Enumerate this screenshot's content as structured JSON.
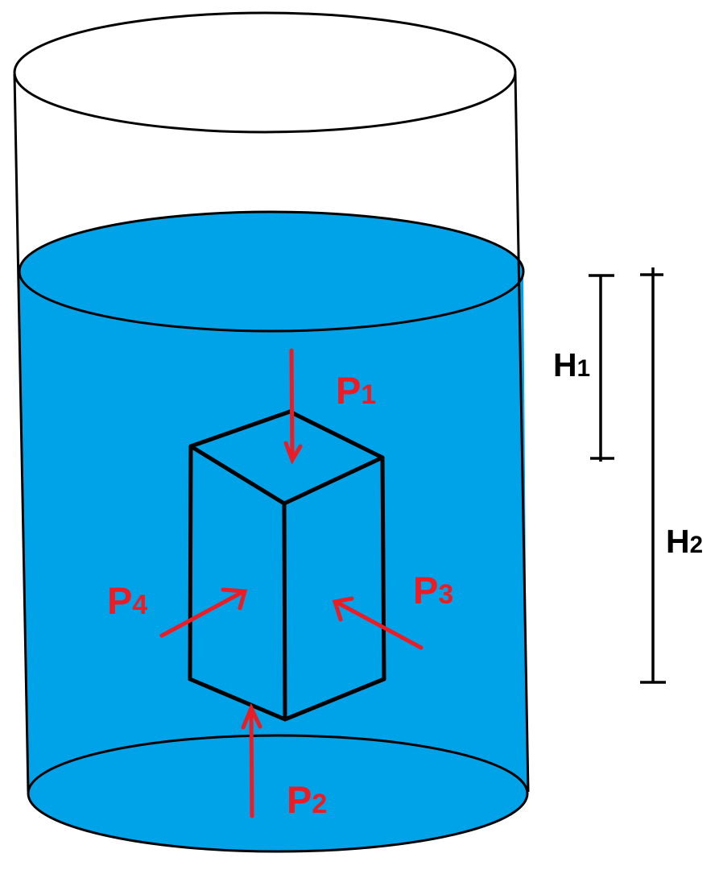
{
  "diagram": {
    "kind": "submerged-block-pressure-diagram",
    "labels": {
      "p1": {
        "main": "P",
        "sub": "1"
      },
      "p2": {
        "main": "P",
        "sub": "2"
      },
      "p3": {
        "main": "P",
        "sub": "3"
      },
      "p4": {
        "main": "P",
        "sub": "4"
      },
      "h1": {
        "main": "H",
        "sub": "1"
      },
      "h2": {
        "main": "H",
        "sub": "2"
      }
    },
    "colors": {
      "background": "#FFFFFF",
      "water": "#00A2E8",
      "arrow": "#ED1C24",
      "outline": "#000000"
    }
  }
}
